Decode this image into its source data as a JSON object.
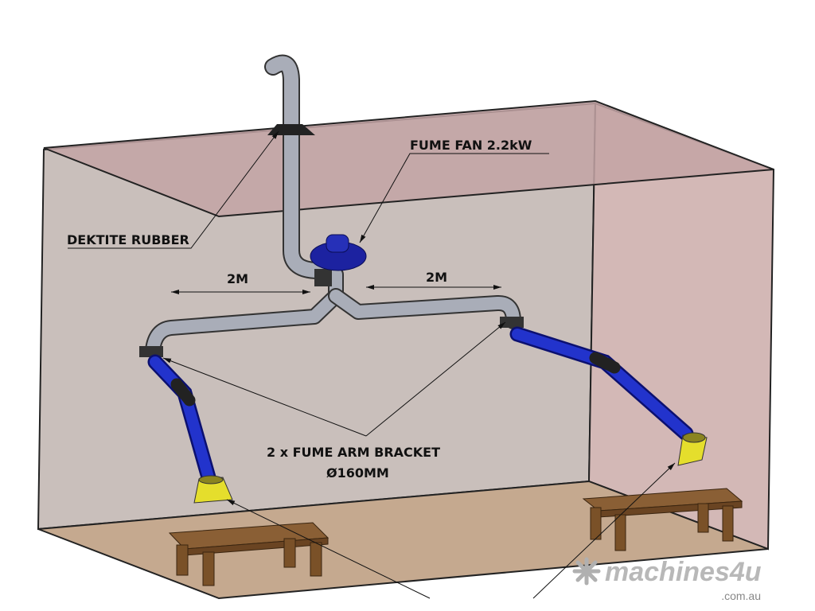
{
  "labels": {
    "fume_fan": "FUME FAN 2.2kW",
    "dektite": "DEKTITE RUBBER",
    "dim_left": "2M",
    "dim_right": "2M",
    "bracket_line1": "2 x FUME ARM BRACKET",
    "bracket_line2": "Ø160MM"
  },
  "watermark": {
    "brand": "machines4u",
    "domain": ".com.au"
  },
  "colors": {
    "wall": "#c8bcb8",
    "ceiling": "#c6a7a8",
    "floor": "#c4a88e",
    "arm": "#1f2fc0",
    "pipe": "#a9adb8",
    "hood": "#e8e030",
    "fan": "#1c22a0",
    "bench": "#7a5530"
  }
}
